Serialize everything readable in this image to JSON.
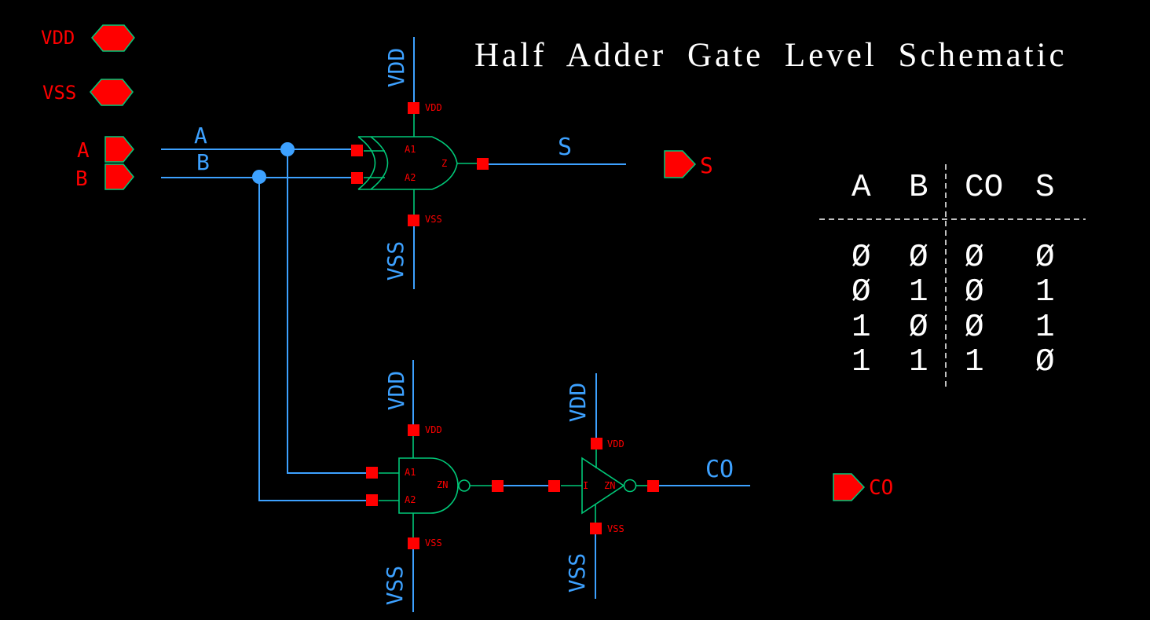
{
  "title": "Half Adder Gate Level Schematic",
  "colors": {
    "background": "#000000",
    "wire_blue": "#3da1ff",
    "pin_red": "#ff0000",
    "gate_green": "#00c878",
    "text_white": "#ffffff"
  },
  "io_pins": {
    "vdd": "VDD",
    "vss": "VSS",
    "a": "A",
    "b": "B",
    "s": "S",
    "co": "CO"
  },
  "wire_labels": {
    "a": "A",
    "b": "B",
    "s": "S",
    "co": "CO"
  },
  "rail_labels": {
    "xor_vdd": "VDD",
    "xor_vss": "VSS",
    "nand_vdd": "VDD",
    "nand_vss": "VSS",
    "inv_vdd": "VDD",
    "inv_vss": "VSS"
  },
  "gates": {
    "xor": {
      "vdd": "VDD",
      "vss": "VSS",
      "a1": "A1",
      "a2": "A2",
      "out": "Z"
    },
    "nand": {
      "vdd": "VDD",
      "vss": "VSS",
      "a1": "A1",
      "a2": "A2",
      "out": "ZN"
    },
    "inv": {
      "vdd": "VDD",
      "vss": "VSS",
      "in": "I",
      "out": "ZN"
    }
  },
  "truth_table": {
    "headers": [
      "A",
      "B",
      "CO",
      "S"
    ],
    "rows": [
      [
        "Ø",
        "Ø",
        "Ø",
        "Ø"
      ],
      [
        "Ø",
        "1",
        "Ø",
        "1"
      ],
      [
        "1",
        "Ø",
        "Ø",
        "1"
      ],
      [
        "1",
        "1",
        "1",
        "Ø"
      ]
    ]
  }
}
